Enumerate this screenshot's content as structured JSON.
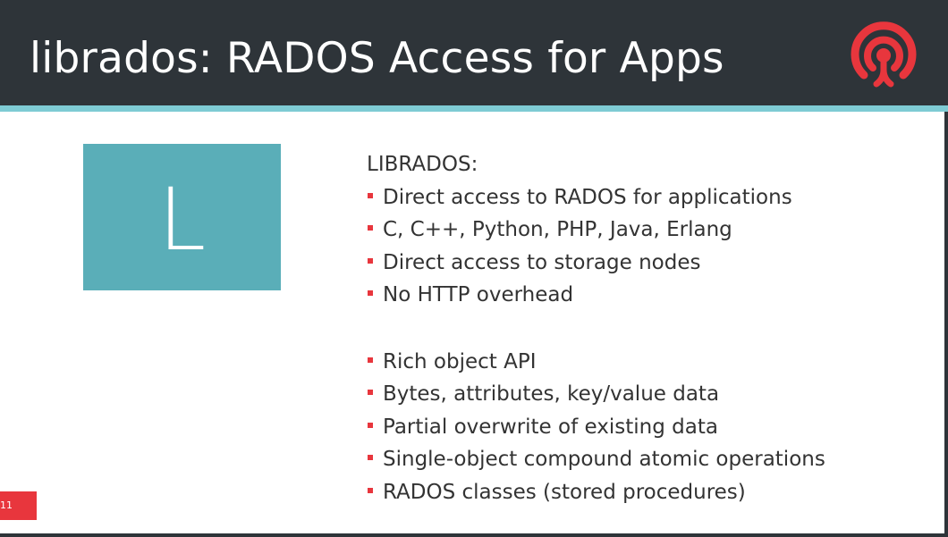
{
  "slide": {
    "title": "librados: RADOS Access for Apps",
    "logo_icon": "ceph-logo-icon",
    "letter_box": {
      "letter": "L",
      "color": "#5aaeb8"
    },
    "heading": "LIBRADOS:",
    "bullets_group1": [
      "Direct access to RADOS for applications",
      "C, C++, Python, PHP, Java, Erlang",
      "Direct access to storage nodes",
      "No HTTP overhead"
    ],
    "bullets_group2": [
      "Rich object API",
      "Bytes, attributes, key/value data",
      "Partial overwrite of existing data",
      "Single-object compound atomic operations",
      "RADOS classes (stored procedures)"
    ],
    "page_number": "11"
  },
  "colors": {
    "header_bg": "#2e3439",
    "accent": "#7ecbd4",
    "bullet": "#e8363d",
    "logo": "#e8363d"
  }
}
